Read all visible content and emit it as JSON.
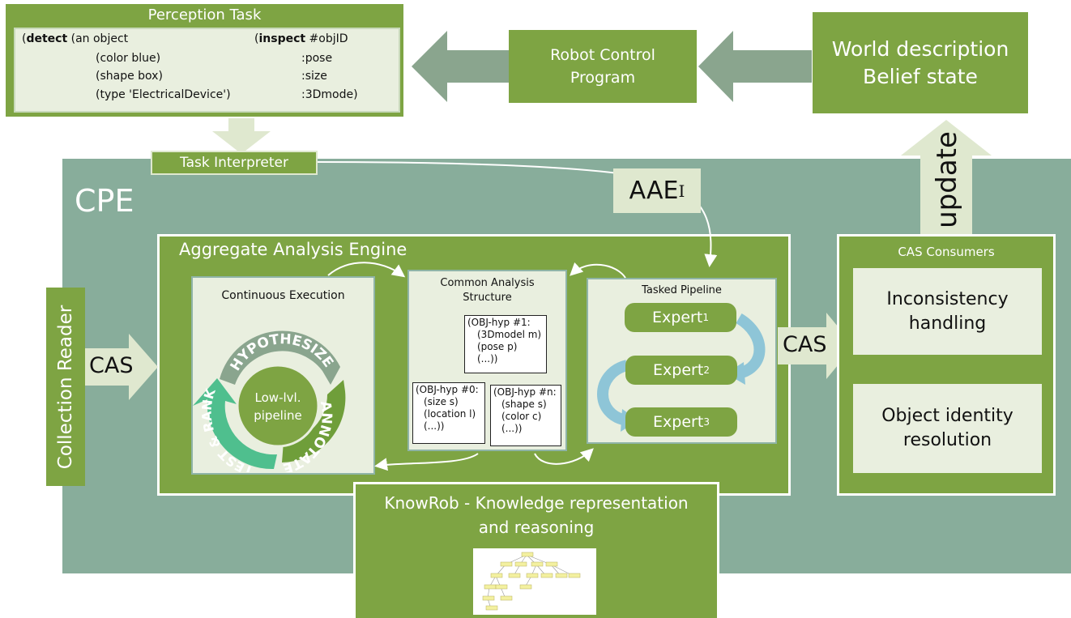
{
  "colors": {
    "main_green": "#7ea443",
    "light_panel": "#e9efdf",
    "cpe_teal": "#88ad9b",
    "arrow_teal": "#8aa58e",
    "arrow_pale": "#dfe8cf",
    "cycle_blue": "#8ec5d7",
    "test_rank_green": "#4fbf8e"
  },
  "perception_task": {
    "title": "Perception Task",
    "detect_keyword": "detect",
    "detect_lines": [
      "(an object",
      "(color blue)",
      "(shape box)",
      "(type 'ElectricalDevice')"
    ],
    "inspect_keyword": "inspect",
    "inspect_lines": [
      "#objID",
      ":pose",
      ":size",
      ":3Dmode)"
    ]
  },
  "robot_control": {
    "label": "Robot Control Program"
  },
  "world_description": {
    "line1": "World description",
    "line2": "Belief state"
  },
  "task_interpreter": {
    "label": "Task Interpreter"
  },
  "cpe": {
    "label": "CPE"
  },
  "aae_badge": {
    "text": "AAE",
    "superscript": "I"
  },
  "update_label": "update",
  "aggregate_engine": {
    "title": "Aggregate Analysis Engine"
  },
  "continuous_execution": {
    "title": "Continuous Execution",
    "center_line1": "Low-lvl.",
    "center_line2": "pipeline",
    "hypothesize": "HYPOTHESIZE",
    "annotate": "ANNOTATE",
    "test_rank": "TEST & RANK"
  },
  "cas_structure": {
    "title_line1": "Common Analysis",
    "title_line2": "Structure",
    "hyp1": [
      "(OBJ-hyp #1:",
      "(3Dmodel m)",
      "(pose p)",
      "(...))"
    ],
    "hyp0": [
      "(OBJ-hyp #0:",
      "(size s)",
      "(location l)",
      "(...))"
    ],
    "hypn": [
      "(OBJ-hyp #n:",
      "(shape s)",
      "(color c)",
      "(...))"
    ]
  },
  "tasked_pipeline": {
    "title": "Tasked Pipeline",
    "expert_word": "Expert",
    "experts": [
      "1",
      "2",
      "3"
    ]
  },
  "collection_reader": {
    "label": "Collection Reader"
  },
  "cas_left": "CAS",
  "cas_right": "CAS",
  "cas_consumers": {
    "title": "CAS Consumers",
    "box1_line1": "Inconsistency",
    "box1_line2": "handling",
    "box2_line1": "Object identity",
    "box2_line2": "resolution"
  },
  "knowrob": {
    "line1": "KnowRob - Knowledge representation",
    "line2": "and reasoning"
  }
}
